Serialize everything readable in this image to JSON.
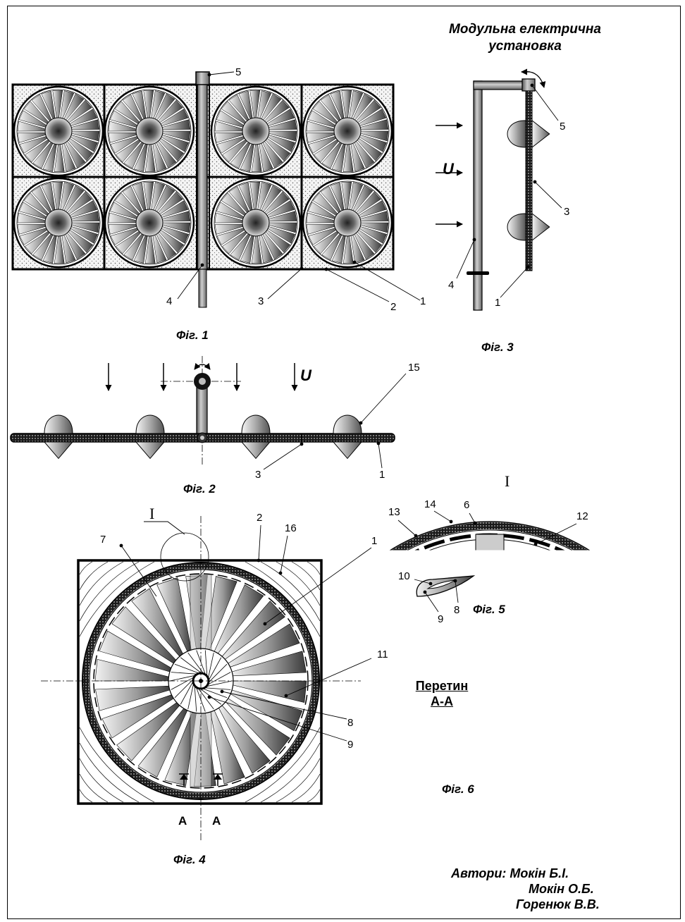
{
  "title": {
    "line1": "Модульна електрична",
    "line2": "установка"
  },
  "figures": {
    "fig1": "Фіг. 1",
    "fig2": "Фіг. 2",
    "fig3": "Фіг. 3",
    "fig4": "Фіг. 4",
    "fig5": "Фіг. 5",
    "fig6": "Фіг. 6"
  },
  "section": {
    "line1": "Перетин",
    "line2": "А-А"
  },
  "flow_symbol": "U",
  "detail_mark": "I",
  "section_marks": [
    "А",
    "А"
  ],
  "labels": {
    "fig1": [
      "5",
      "4",
      "3",
      "2",
      "1"
    ],
    "fig2": [
      "15",
      "3",
      "1"
    ],
    "fig3": [
      "5",
      "3",
      "4",
      "1"
    ],
    "fig4": [
      "2",
      "16",
      "7",
      "1",
      "11",
      "8",
      "9"
    ],
    "fig5": [
      "13",
      "14",
      "6",
      "12"
    ],
    "fig6": [
      "10",
      "8",
      "9"
    ]
  },
  "authors": {
    "prefix": "Автори:",
    "a1": "Мокін Б.І.",
    "a2": "Мокін О.Б.",
    "a3": "Горенюк В.В."
  }
}
